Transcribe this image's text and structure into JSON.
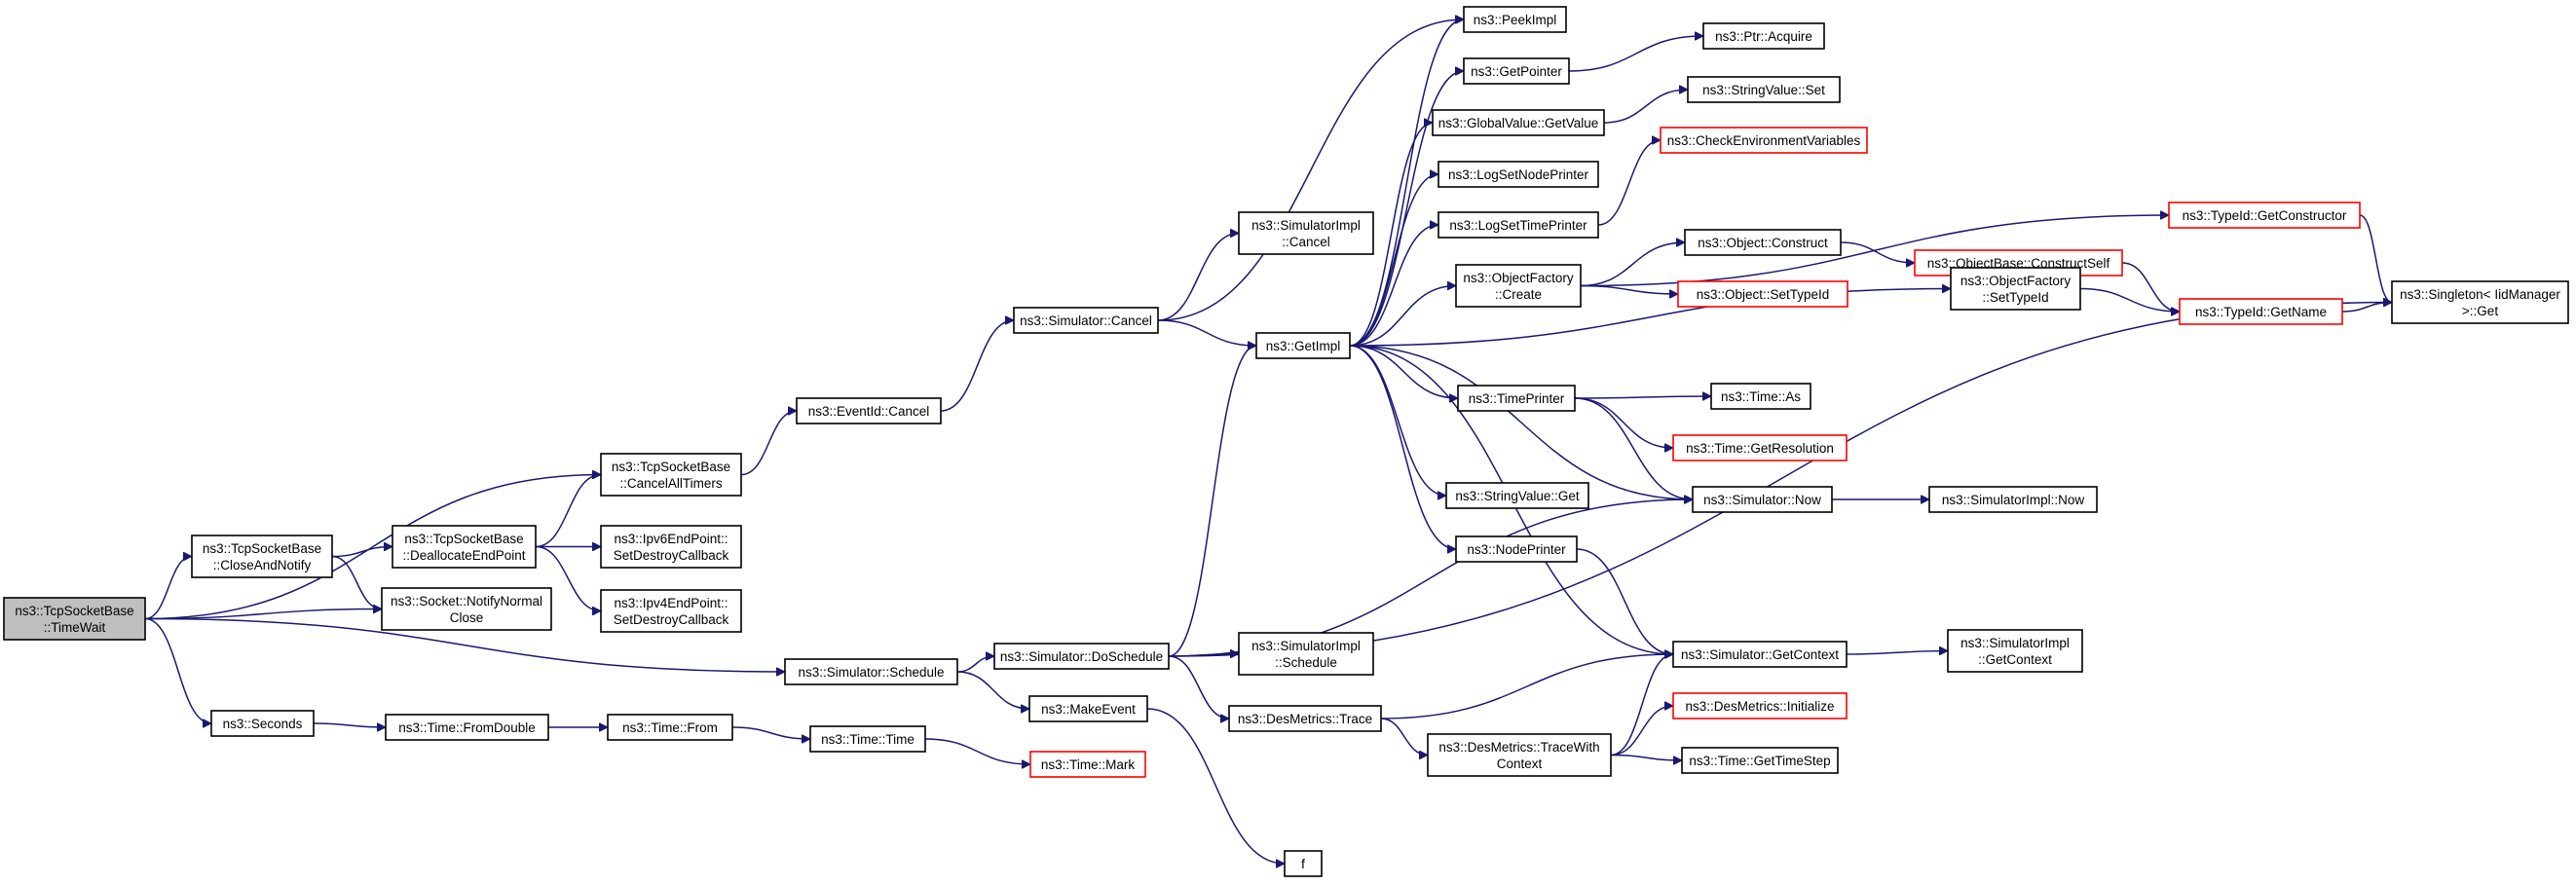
{
  "graph": {
    "colors": {
      "edge": "#191970",
      "border": "#000000",
      "truncated_border": "#ff0000",
      "root_fill": "#bfbfbf"
    },
    "nodes": {
      "timewait": {
        "lines": [
          "ns3::TcpSocketBase",
          "::TimeWait"
        ],
        "root": true
      },
      "closeandnotify": {
        "lines": [
          "ns3::TcpSocketBase",
          "::CloseAndNotify"
        ]
      },
      "cancelalltimers": {
        "lines": [
          "ns3::TcpSocketBase",
          "::CancelAllTimers"
        ]
      },
      "deallocate": {
        "lines": [
          "ns3::TcpSocketBase",
          "::DeallocateEndPoint"
        ]
      },
      "notifynormalclose": {
        "lines": [
          "ns3::Socket::NotifyNormal",
          "Close"
        ]
      },
      "ipv6cb": {
        "lines": [
          "ns3::Ipv6EndPoint::",
          "SetDestroyCallback"
        ]
      },
      "ipv4cb": {
        "lines": [
          "ns3::Ipv4EndPoint::",
          "SetDestroyCallback"
        ]
      },
      "seconds": {
        "lines": [
          "ns3::Seconds"
        ]
      },
      "fromdouble": {
        "lines": [
          "ns3::Time::FromDouble"
        ]
      },
      "from": {
        "lines": [
          "ns3::Time::From"
        ]
      },
      "time": {
        "lines": [
          "ns3::Time::Time"
        ]
      },
      "mark": {
        "lines": [
          "ns3::Time::Mark"
        ],
        "truncated": true
      },
      "eventidcancel": {
        "lines": [
          "ns3::EventId::Cancel"
        ]
      },
      "simcancel": {
        "lines": [
          "ns3::Simulator::Cancel"
        ]
      },
      "simimplcancel": {
        "lines": [
          "ns3::SimulatorImpl",
          "::Cancel"
        ]
      },
      "getimpl": {
        "lines": [
          "ns3::GetImpl"
        ]
      },
      "schedule": {
        "lines": [
          "ns3::Simulator::Schedule"
        ]
      },
      "doschedule": {
        "lines": [
          "ns3::Simulator::DoSchedule"
        ]
      },
      "makeevent": {
        "lines": [
          "ns3::MakeEvent"
        ]
      },
      "f": {
        "lines": [
          "f"
        ]
      },
      "simimplschedule": {
        "lines": [
          "ns3::SimulatorImpl",
          "::Schedule"
        ]
      },
      "destrace": {
        "lines": [
          "ns3::DesMetrics::Trace"
        ]
      },
      "destracectx": {
        "lines": [
          "ns3::DesMetrics::TraceWith",
          "Context"
        ]
      },
      "peekimpl": {
        "lines": [
          "ns3::PeekImpl"
        ]
      },
      "getpointer": {
        "lines": [
          "ns3::GetPointer"
        ]
      },
      "globalgetvalue": {
        "lines": [
          "ns3::GlobalValue::GetValue"
        ]
      },
      "lognodeprinter": {
        "lines": [
          "ns3::LogSetNodePrinter"
        ]
      },
      "logtimeprinter": {
        "lines": [
          "ns3::LogSetTimePrinter"
        ]
      },
      "ofcreate": {
        "lines": [
          "ns3::ObjectFactory",
          "::Create"
        ]
      },
      "timeprinter": {
        "lines": [
          "ns3::TimePrinter"
        ]
      },
      "stringvalueget": {
        "lines": [
          "ns3::StringValue::Get"
        ]
      },
      "nodeprinter": {
        "lines": [
          "ns3::NodePrinter"
        ]
      },
      "ptracquire": {
        "lines": [
          "ns3::Ptr::Acquire"
        ]
      },
      "stringvalueset": {
        "lines": [
          "ns3::StringValue::Set"
        ]
      },
      "checkenv": {
        "lines": [
          "ns3::CheckEnvironmentVariables"
        ],
        "truncated": true
      },
      "objconstruct": {
        "lines": [
          "ns3::Object::Construct"
        ]
      },
      "objsettypeid": {
        "lines": [
          "ns3::Object::SetTypeId"
        ],
        "truncated": true
      },
      "objbaseconstructself": {
        "lines": [
          "ns3::ObjectBase::ConstructSelf"
        ],
        "truncated": true
      },
      "ofsettypeid": {
        "lines": [
          "ns3::ObjectFactory",
          "::SetTypeId"
        ]
      },
      "timeas": {
        "lines": [
          "ns3::Time::As"
        ]
      },
      "timegetres": {
        "lines": [
          "ns3::Time::GetResolution"
        ],
        "truncated": true
      },
      "simnow": {
        "lines": [
          "ns3::Simulator::Now"
        ]
      },
      "simimplnow": {
        "lines": [
          "ns3::SimulatorImpl::Now"
        ]
      },
      "simgetctx": {
        "lines": [
          "ns3::Simulator::GetContext"
        ]
      },
      "simimplgetctx": {
        "lines": [
          "ns3::SimulatorImpl",
          "::GetContext"
        ]
      },
      "desinit": {
        "lines": [
          "ns3::DesMetrics::Initialize"
        ],
        "truncated": true
      },
      "timegetstep": {
        "lines": [
          "ns3::Time::GetTimeStep"
        ]
      },
      "typeidgetctor": {
        "lines": [
          "ns3::TypeId::GetConstructor"
        ],
        "truncated": true
      },
      "typeidgetname": {
        "lines": [
          "ns3::TypeId::GetName"
        ],
        "truncated": true
      },
      "singletonget": {
        "lines": [
          "ns3::Singleton< IidManager",
          " >::Get"
        ]
      }
    }
  }
}
